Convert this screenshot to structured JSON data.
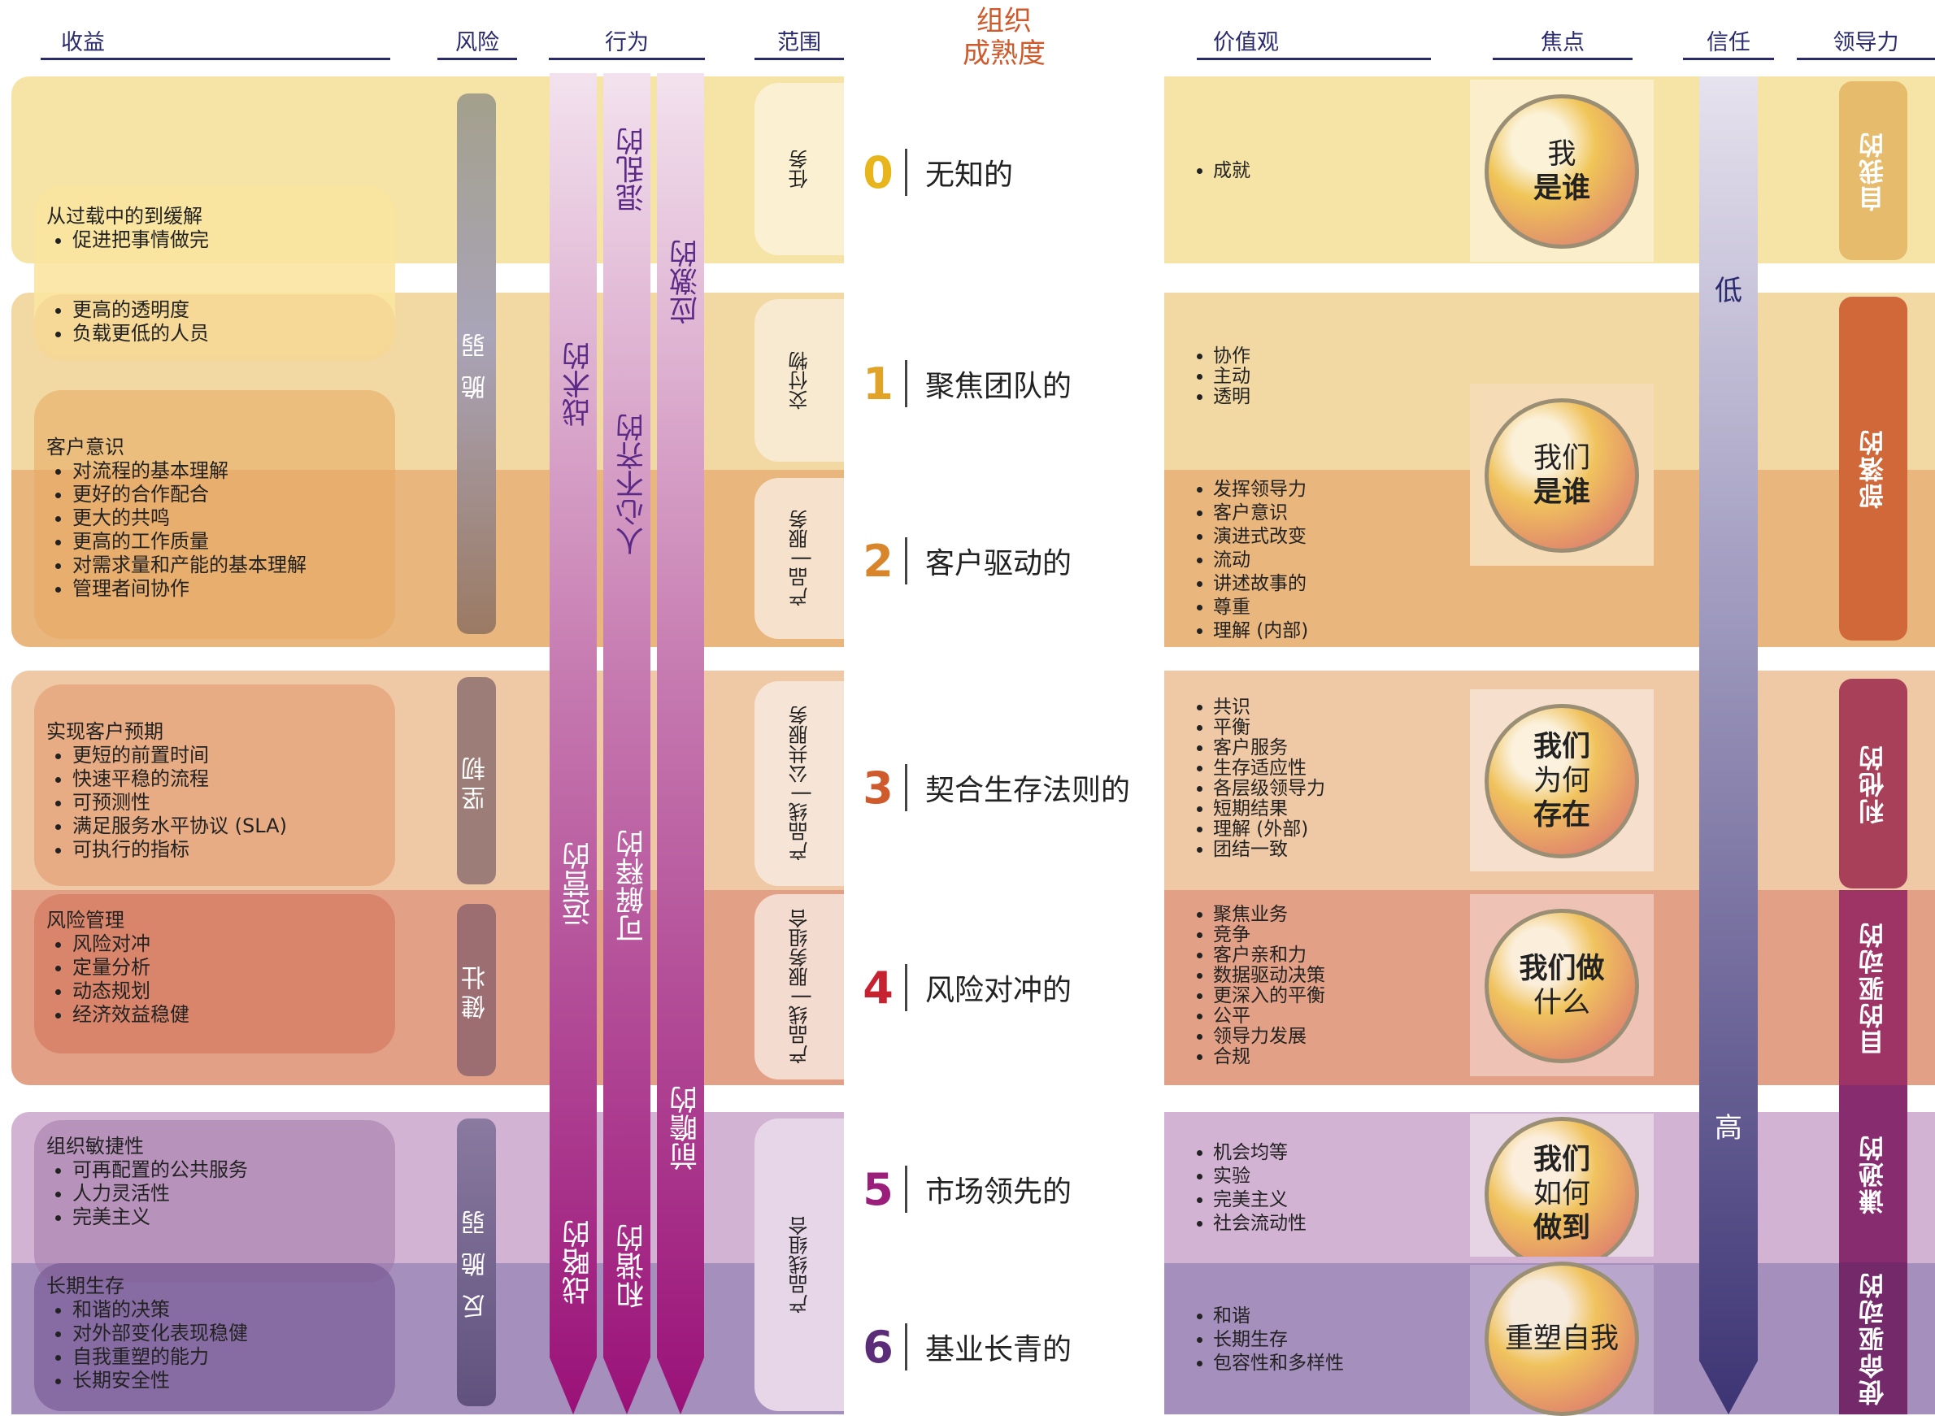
{
  "headers": {
    "benefits": "收益",
    "risk": "风险",
    "behavior": "行为",
    "scope": "范围",
    "maturity_line1": "组织",
    "maturity_line2": "成熟度",
    "values": "价值观",
    "focus": "焦点",
    "trust": "信任",
    "leadership": "领导力"
  },
  "benefits": [
    {
      "title": "从过载中的到缓解",
      "items": [
        "促进把事情做完"
      ]
    },
    {
      "title": "",
      "items": [
        "更高的透明度",
        "负载更低的人员"
      ]
    },
    {
      "title": "客户意识",
      "items": [
        "对流程的基本理解",
        "更好的合作配合",
        "更大的共鸣",
        "更高的工作质量",
        "对需求量和产能的基本理解",
        "管理者间协作"
      ]
    },
    {
      "title": "实现客户预期",
      "items": [
        "更短的前置时间",
        "快速平稳的流程",
        "可预测性",
        "满足服务水平协议 (SLA)",
        "可执行的指标"
      ]
    },
    {
      "title": "风险管理",
      "items": [
        "风险对冲",
        "定量分析",
        "动态规划",
        "经济效益稳健"
      ]
    },
    {
      "title": "组织敏捷性",
      "items": [
        "可再配置的公共服务",
        "人力灵活性",
        "完美主义"
      ]
    },
    {
      "title": "长期生存",
      "items": [
        "和谐的决策",
        "对外部变化表现稳健",
        "自我重塑的能力",
        "长期安全性"
      ]
    }
  ],
  "risk": [
    "脆 弱",
    "坚韧",
    "健壮",
    "反 脆 弱"
  ],
  "behavior": {
    "col1_top": "战术的",
    "col1_mid": "运营的",
    "col1_bottom": "战略的",
    "col2_top": "混乱的",
    "col2_mid": "人心不齐的",
    "col2_lower": "可解释的",
    "col2_bottom": "和谐的",
    "col3_top": "应激的",
    "col3_bottom": "前瞻的"
  },
  "scope": [
    "任务",
    "交付物",
    "产品 | 服务",
    "产品线 | 公共服务",
    "产品线 | 服务组合",
    "产品线组合"
  ],
  "levels": [
    {
      "num": "0",
      "label": "无知的",
      "color": "#e8b51c"
    },
    {
      "num": "1",
      "label": "聚焦团队的",
      "color": "#e0a328"
    },
    {
      "num": "2",
      "label": "客户驱动的",
      "color": "#d9852b"
    },
    {
      "num": "3",
      "label": "契合生存法则的",
      "color": "#cf5a2c"
    },
    {
      "num": "4",
      "label": "风险对冲的",
      "color": "#c7222f"
    },
    {
      "num": "5",
      "label": "市场领先的",
      "color": "#9a1e7a"
    },
    {
      "num": "6",
      "label": "基业长青的",
      "color": "#5b2d79"
    }
  ],
  "values": [
    [
      "成就"
    ],
    [
      "协作",
      "主动",
      "透明"
    ],
    [
      "发挥领导力",
      "客户意识",
      "演进式改变",
      "流动",
      "讲述故事的",
      "尊重",
      "理解 (内部)"
    ],
    [
      "共识",
      "平衡",
      "客户服务",
      "生存适应性",
      "各层级领导力",
      "短期结果",
      "理解 (外部)",
      "团结一致"
    ],
    [
      "聚焦业务",
      "竞争",
      "客户亲和力",
      "数据驱动决策",
      "更深入的平衡",
      "公平",
      "领导力发展",
      "合规"
    ],
    [
      "机会均等",
      "实验",
      "完美主义",
      "社会流动性"
    ],
    [
      "和谐",
      "长期生存",
      "包容性和多样性"
    ]
  ],
  "focus": [
    {
      "line1": "我",
      "line2": "是谁"
    },
    {
      "line1": "我们",
      "line2": "是谁"
    },
    {
      "line1": "我们",
      "line2": "为何",
      "line3": "存在"
    },
    {
      "line1": "我们做",
      "line2": "什么"
    },
    {
      "line1": "我们",
      "line2": "如何",
      "line3": "做到"
    },
    {
      "line1": "重塑自我"
    }
  ],
  "trust": {
    "low": "低",
    "high": "高"
  },
  "leadership": [
    "自我的",
    "部落的",
    "利他的",
    "目的驱动的",
    "谦逊的",
    "使命驱动的"
  ],
  "colors": {
    "l0": "#f6e4a6",
    "l1": "#f2d9a3",
    "l2": "#e9b67e",
    "l3": "#efc9a6",
    "l4": "#e2a186",
    "l5": "#d3b3d3",
    "l6": "#a58fbd",
    "lead0": "#e6bb6c",
    "lead1": "#d0683a",
    "lead2": "#a8405a",
    "lead3": "#9e3466",
    "lead4": "#882c70",
    "lead5": "#742a6a",
    "trust_top": "#e6e2ee",
    "trust_bottom": "#3d3474",
    "arrow": "#a11b7e"
  }
}
